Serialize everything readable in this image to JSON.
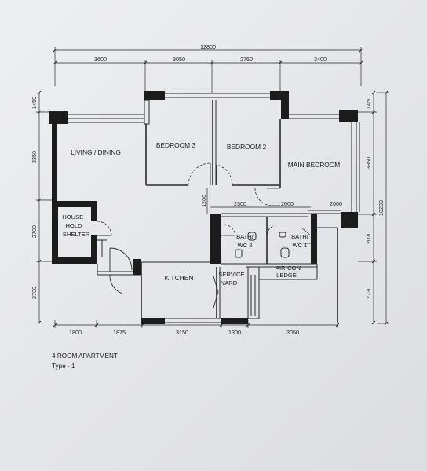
{
  "plan": {
    "overall_top": "12800",
    "overall_right": "10200",
    "top_dims": [
      "3600",
      "3050",
      "2750",
      "3400"
    ],
    "bottom_dims": [
      "1800",
      "1875",
      "3150",
      "1300",
      "3050"
    ],
    "left_dims": [
      "1450",
      "3350",
      "2700",
      "2700"
    ],
    "right_dims": [
      "1450",
      "3950",
      "2070",
      "2730"
    ],
    "inner_dims": {
      "d1200": "1200",
      "d2300": "2300",
      "d2000a": "2000",
      "d2000b": "2000"
    },
    "rooms": {
      "living": "LIVING / DINING",
      "bed3": "BEDROOM 3",
      "bed2": "BEDROOM 2",
      "master": "MAIN BEDROOM",
      "shelter_l1": "HOUSE-",
      "shelter_l2": "HOLD",
      "shelter_l3": "SHELTER",
      "bath2_l1": "BATH/",
      "bath2_l2": "WC 2",
      "bath1_l1": "BATH/",
      "bath1_l2": "WC 1",
      "kitchen": "KITCHEN",
      "service_l1": "SERVICE",
      "service_l2": "YARD",
      "aircon_l1": "AIR-CON",
      "aircon_l2": "LEDGE"
    }
  },
  "caption": {
    "title": "4 ROOM APARTMENT",
    "subtitle": "Type  -  1"
  }
}
